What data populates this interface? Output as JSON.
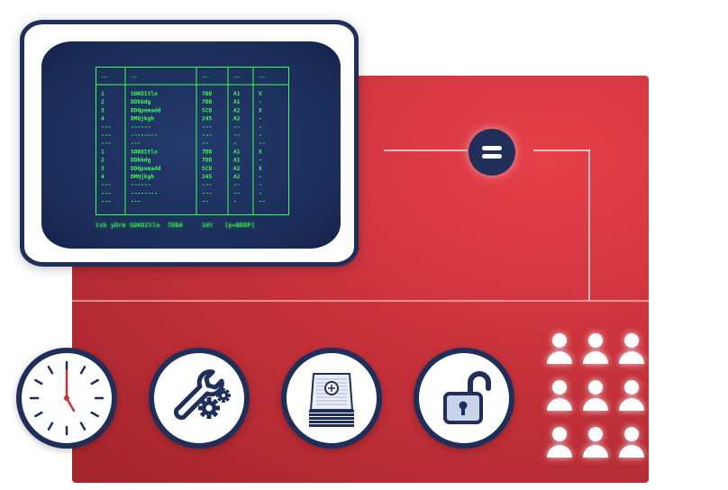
{
  "terminal": {
    "columns": [
      "——",
      "——",
      "——",
      "——",
      "——"
    ],
    "rows": [
      [
        "1",
        "SDKDItlo",
        "7DD",
        "A1",
        "X"
      ],
      [
        "2",
        "DDkbdg",
        "7DD",
        "A1",
        "-"
      ],
      [
        "3",
        "DDQpnmadd",
        "SCD",
        "A2",
        "X"
      ],
      [
        "4",
        "DMQjkgh",
        "245",
        "A2",
        "-"
      ],
      [
        "---",
        "------",
        "---",
        "--",
        "-"
      ],
      [
        "---",
        "--------",
        "---",
        "--",
        "-"
      ],
      [
        "---",
        "---",
        "--",
        "-",
        "--"
      ],
      [
        "1",
        "SDKDItlo",
        "7DD",
        "A1",
        "X"
      ],
      [
        "2",
        "DDkbdg",
        "7DD",
        "A1",
        "-"
      ],
      [
        "3",
        "DDQpnmadd",
        "SCD",
        "A2",
        "X"
      ],
      [
        "4",
        "DMQjkgh",
        "245",
        "A2",
        "-"
      ],
      [
        "---",
        "------",
        "---",
        "--",
        "-"
      ],
      [
        "---",
        "--------",
        "---",
        "--",
        "-"
      ],
      [
        "---",
        "---",
        "--",
        "-",
        "--"
      ]
    ],
    "footer": "tsh yDrm SDKDItlo  7DDA     1dt   [p=BDDP]"
  },
  "colors": {
    "panel_red": "#c8323b",
    "navy": "#1f2f5a",
    "terminal_green": "#3dff52",
    "screen_blue": "#1c2e5a",
    "white": "#ffffff"
  },
  "icons": {
    "equals": "equals-icon",
    "clock": "clock-icon",
    "tools": "wrench-gears-icon",
    "ledger": "ledger-stack-icon",
    "lock": "unlocked-padlock-icon",
    "users": "user-icon"
  },
  "users_count": 9
}
